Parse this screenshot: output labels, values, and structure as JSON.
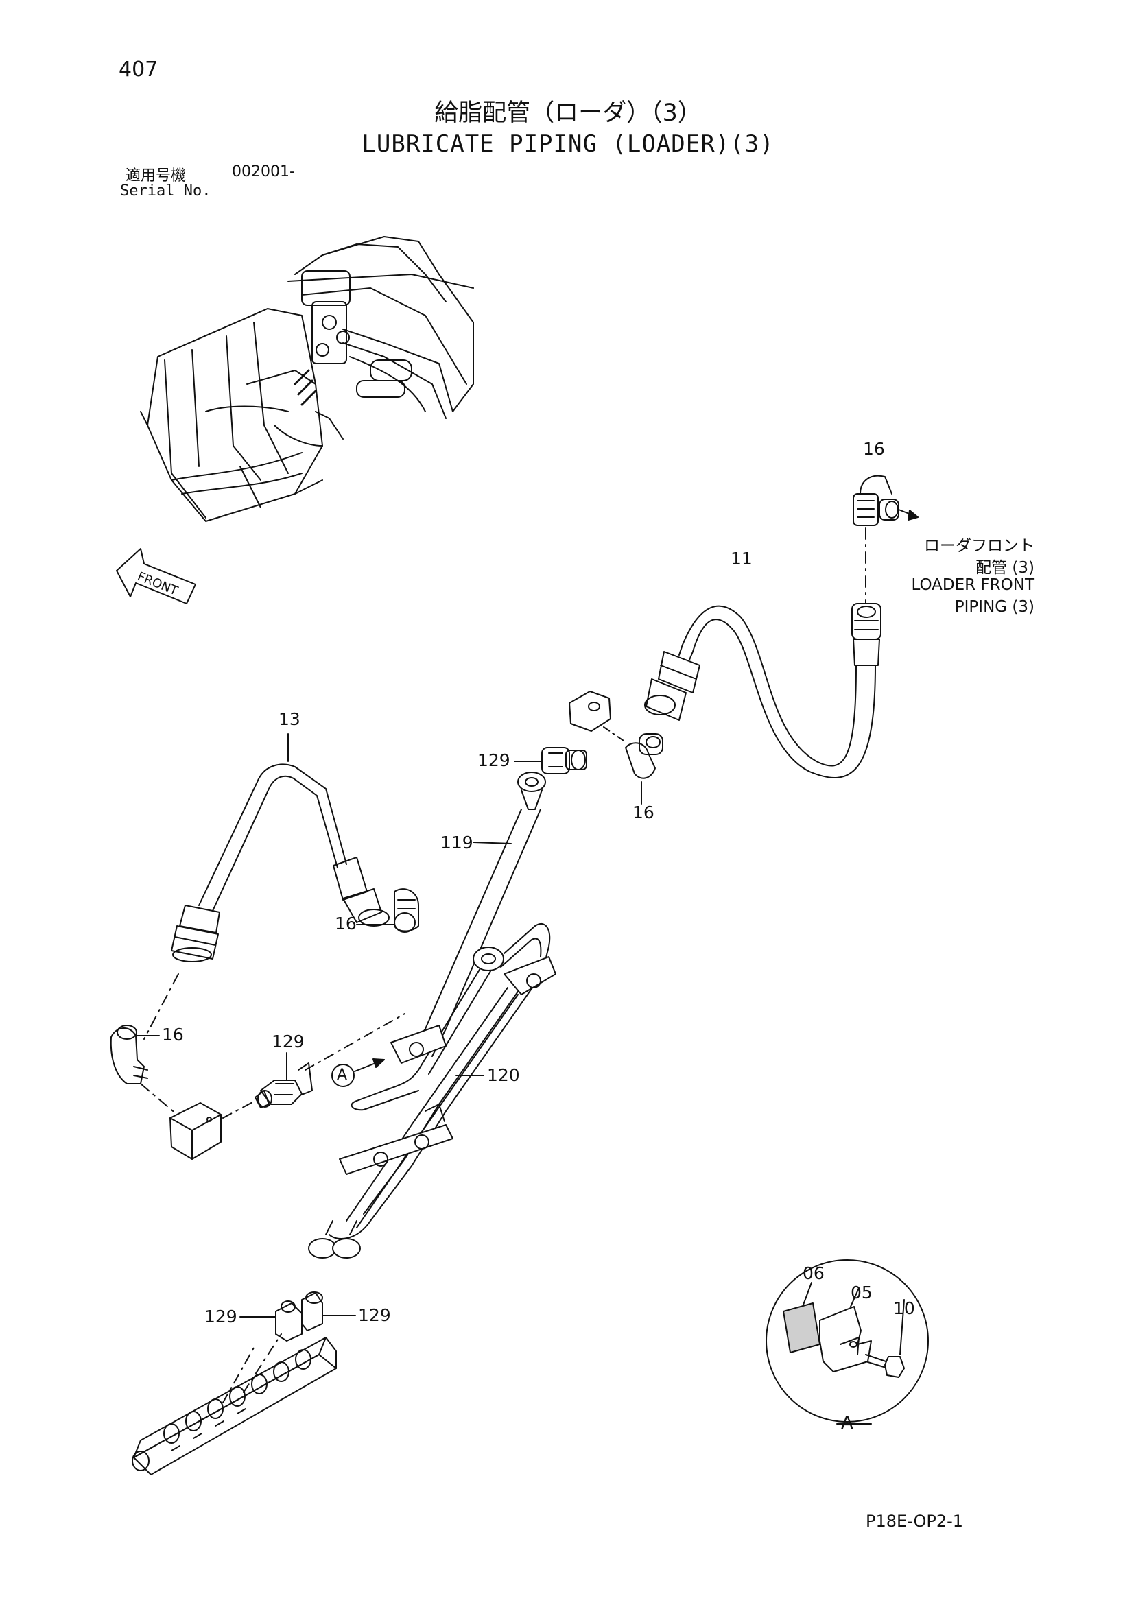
{
  "page": {
    "number": "407",
    "title_jp": "給脂配管（ローダ）（3）",
    "title_en": "LUBRICATE PIPING (LOADER)(3)",
    "serial_label_jp": "適用号機",
    "serial_label_en": "Serial No.",
    "serial_value": "002001-",
    "drawing_code": "P18E-OP2-1"
  },
  "direction_marker": {
    "label": "FRONT"
  },
  "note_loader_front": {
    "jp_line1": "ローダフロント",
    "jp_line2": "配管 (3)",
    "en_line1": "LOADER FRONT",
    "en_line2": "PIPING (3)"
  },
  "callouts": {
    "c16_top": "16",
    "c11": "11",
    "c13": "13",
    "c129_mid": "129",
    "c16_mid": "16",
    "c119": "119",
    "c16_hose": "16",
    "c16_left": "16",
    "c129_left": "129",
    "c120": "120",
    "c129_bl": "129",
    "c129_br": "129",
    "detail_a_ref": "A",
    "c06": "06",
    "c05": "05",
    "c10": "10",
    "detail_a_label": "A"
  }
}
